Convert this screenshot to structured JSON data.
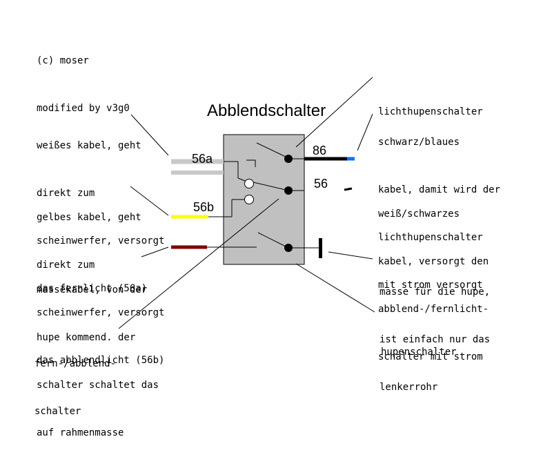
{
  "credits": {
    "line1": "(c) moser",
    "line2": "modified by v3g0"
  },
  "title": "Abblendschalter",
  "terminals": {
    "t56a": "56a",
    "t56b": "56b",
    "t86": "86",
    "t56": "56"
  },
  "notes": {
    "weisses_kabel": [
      "weißes kabel, geht",
      "direkt zum",
      "scheinwerfer, versorgt",
      "das fernlicht (56a)"
    ],
    "gelbes_kabel": [
      "gelbes kabel, geht",
      "direkt zum",
      "scheinwerfer, versorgt",
      "das abblendlicht (56b)"
    ],
    "massekabel": [
      "massekabel, von der",
      "hupe kommend. der",
      "schalter schaltet das",
      "auf rahmenmasse"
    ],
    "fern_abblend": [
      "fern-/abblend-",
      "schalter"
    ],
    "lichthupenschalter": [
      "lichthupenschalter"
    ],
    "schwarz_blau": [
      "schwarz/blaues",
      "kabel, damit wird der",
      "lichthupenschalter",
      "mit strom versorgt"
    ],
    "weiss_schwarz": [
      "weiß/schwarzes",
      "kabel, versorgt den",
      "abblend-/fernlicht-",
      "schalter mit strom"
    ],
    "masse_hupe": [
      "masse für die hupe,",
      "ist einfach nur das",
      "lenkerrohr"
    ],
    "hupenschalter": [
      "hupenschalter"
    ]
  },
  "colors": {
    "box_fill": "#c0c0c0",
    "wire_white": "#c8c8c8",
    "wire_yellow": "#ffff00",
    "wire_brown": "#800000",
    "wire_black": "#000000",
    "wire_blue": "#0070ff"
  }
}
